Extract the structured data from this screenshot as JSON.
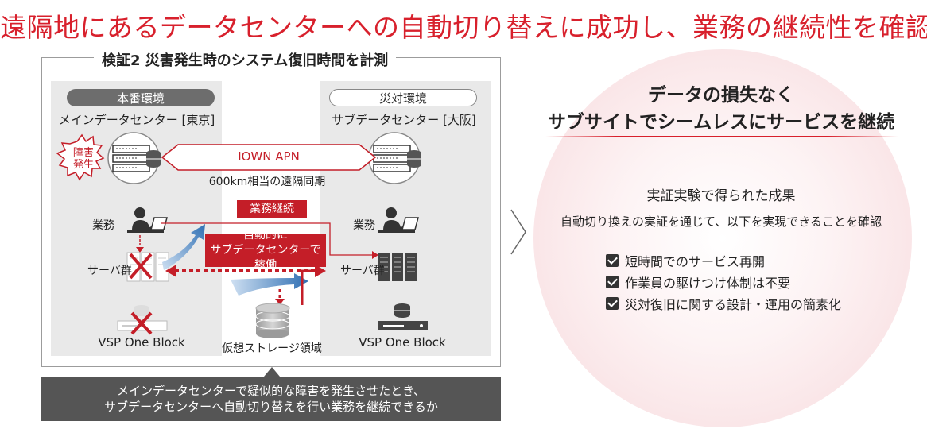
{
  "title": "遠隔地にあるデータセンターへの自動切り替えに成功し、業務の継続性を確認",
  "panel_title": "検証2  災害発生時のシステム復旧時間を計測",
  "primary": {
    "env_label": "本番環境",
    "dc_name": "メインデータセンター [東京]",
    "failure_badge_line1": "障害",
    "failure_badge_line2": "発生",
    "work_label": "業務",
    "server_label": "サーバ群",
    "storage_label": "VSP One Block"
  },
  "secondary": {
    "env_label": "災対環境",
    "dc_name": "サブデータセンター [大阪]",
    "work_label": "業務",
    "server_label": "サーバ群",
    "storage_label": "VSP One Block"
  },
  "network": {
    "apn_label": "IOWN APN",
    "sync_label": "600km相当の遠隔同期"
  },
  "business_continuity_label": "業務継続",
  "auto_switch_line1": "自動的に",
  "auto_switch_line2": "サブデータセンターで稼働",
  "virtual_storage_label": "仮想ストレージ領域",
  "callout_line1": "メインデータセンターで疑似的な障害を発生させたとき、",
  "callout_line2": "サブデータセンターへ自動切り替えを行い業務を継続できるか",
  "result": {
    "heading_line1": "データの損失なく",
    "heading_line2": "サブサイトでシームレスにサービスを継続",
    "subheading": "実証実験で得られた成果",
    "description": "自動切り換えの実証を通じて、以下を実現できることを確認",
    "checks": [
      "短時間でのサービス再開",
      "作業員の駆けつけ体制は不要",
      "災対復旧に関する設計・運用の簡素化"
    ]
  },
  "colors": {
    "accent_red": "#d8202c",
    "dark_red": "#c41e28",
    "blue": "#2f6fb3",
    "gray": "#555555"
  }
}
